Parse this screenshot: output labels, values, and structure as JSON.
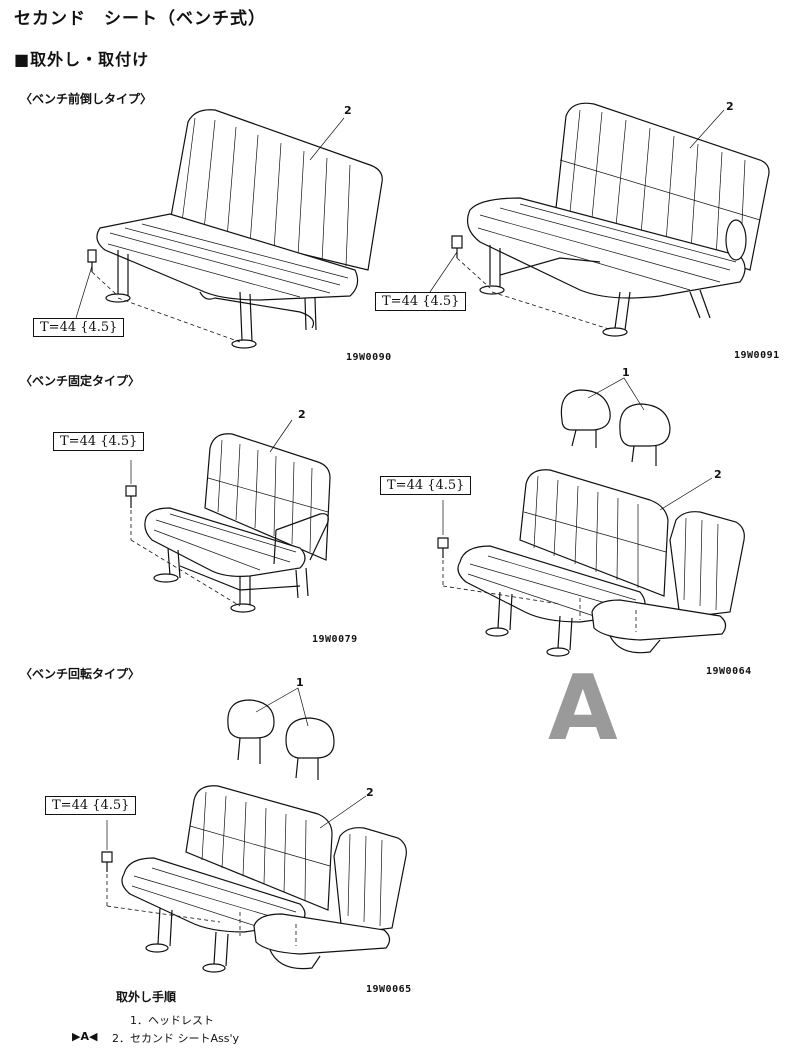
{
  "title": "セカンド　シート（ベンチ式）",
  "section": "■取外し・取付け",
  "subsections": {
    "tilt": "〈ベンチ前倒しタイプ〉",
    "fixed": "〈ベンチ固定タイプ〉",
    "rotate": "〈ベンチ回転タイプ〉"
  },
  "torque": "T=44 {4.5}",
  "codes": [
    "19W0090",
    "19W0091",
    "19W0079",
    "19W0064",
    "19W0065"
  ],
  "callouts": {
    "headrest": "1",
    "seat": "2"
  },
  "big_label": "A",
  "procedure": {
    "title": "取外し手順",
    "steps": [
      {
        "marker": "",
        "text": "1．ヘッドレスト"
      },
      {
        "marker": "▶A◀",
        "text": "2．セカンド シートAss'y"
      }
    ]
  },
  "colors": {
    "big_label": "#9a9a9a",
    "line": "#111111"
  }
}
